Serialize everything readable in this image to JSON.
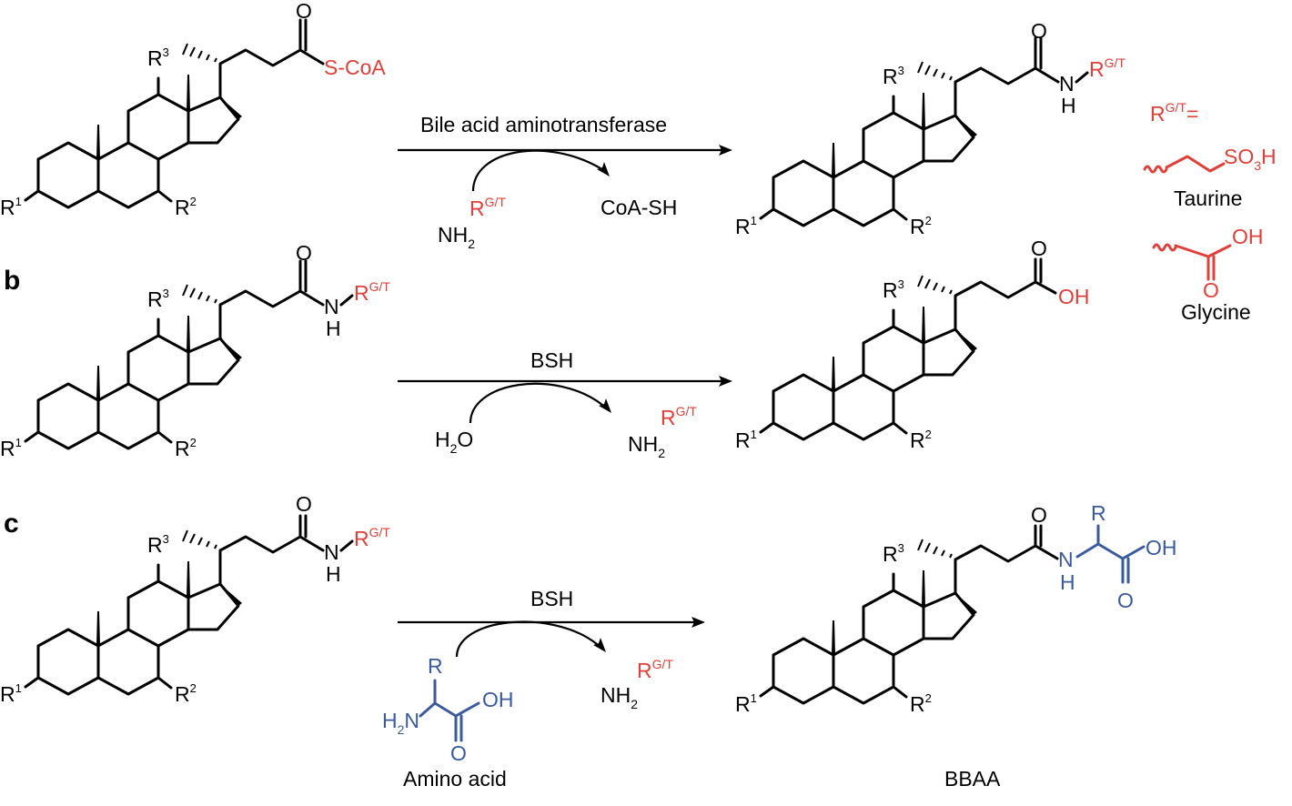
{
  "colors": {
    "text": "#000000",
    "red": "#e0403a",
    "blue": "#3a5a9e"
  },
  "panels": {
    "b": "b",
    "c": "c"
  },
  "substituents": {
    "r1": "R",
    "r2": "R",
    "r3": "R",
    "sup1": "1",
    "sup2": "2",
    "sup3": "3"
  },
  "atoms": {
    "o": "O",
    "n": "N",
    "h": "H",
    "oh": "OH",
    "r": "R",
    "s_coa": "S-CoA",
    "rgt": "R",
    "gt": "G/T",
    "eq": "=",
    "nh": "NH",
    "h2n_h": "H",
    "h2n_n": "N",
    "sub2": "2",
    "h2o_h": "H",
    "h2o_o": "O",
    "so3h_so": "SO",
    "so3h_h": "H",
    "sub3": "3"
  },
  "reactions": {
    "a": {
      "enzyme": "Bile acid aminotransferase",
      "byproduct": "CoA-SH"
    },
    "b": {
      "enzyme": "BSH"
    },
    "c": {
      "enzyme": "BSH"
    }
  },
  "legend": {
    "taurine": "Taurine",
    "glycine": "Glycine"
  },
  "captions": {
    "amino_acid": "Amino acid",
    "bbaa": "BBAA"
  }
}
